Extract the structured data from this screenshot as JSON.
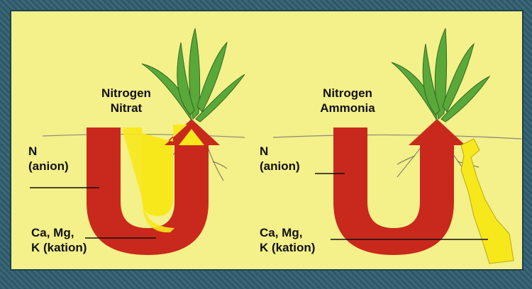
{
  "left": {
    "title_line1": "Nitrogen",
    "title_line2": "Nitrat",
    "anion_line1": "N",
    "anion_line2": "(anion)",
    "cation_line1": "Ca, Mg,",
    "cation_line2": "K (kation)"
  },
  "right": {
    "title_line1": "Nitrogen",
    "title_line2": "Ammonia",
    "anion_line1": "N",
    "anion_line2": "(anion)",
    "cation_line1": "Ca, Mg,",
    "cation_line2": "K (kation)"
  },
  "colors": {
    "background": "#f4f08a",
    "frame": "#2f5b6b",
    "arrow_red": "#c8291c",
    "arrow_yellow": "#f7e81c",
    "leaf_green": "#5aa83a"
  }
}
